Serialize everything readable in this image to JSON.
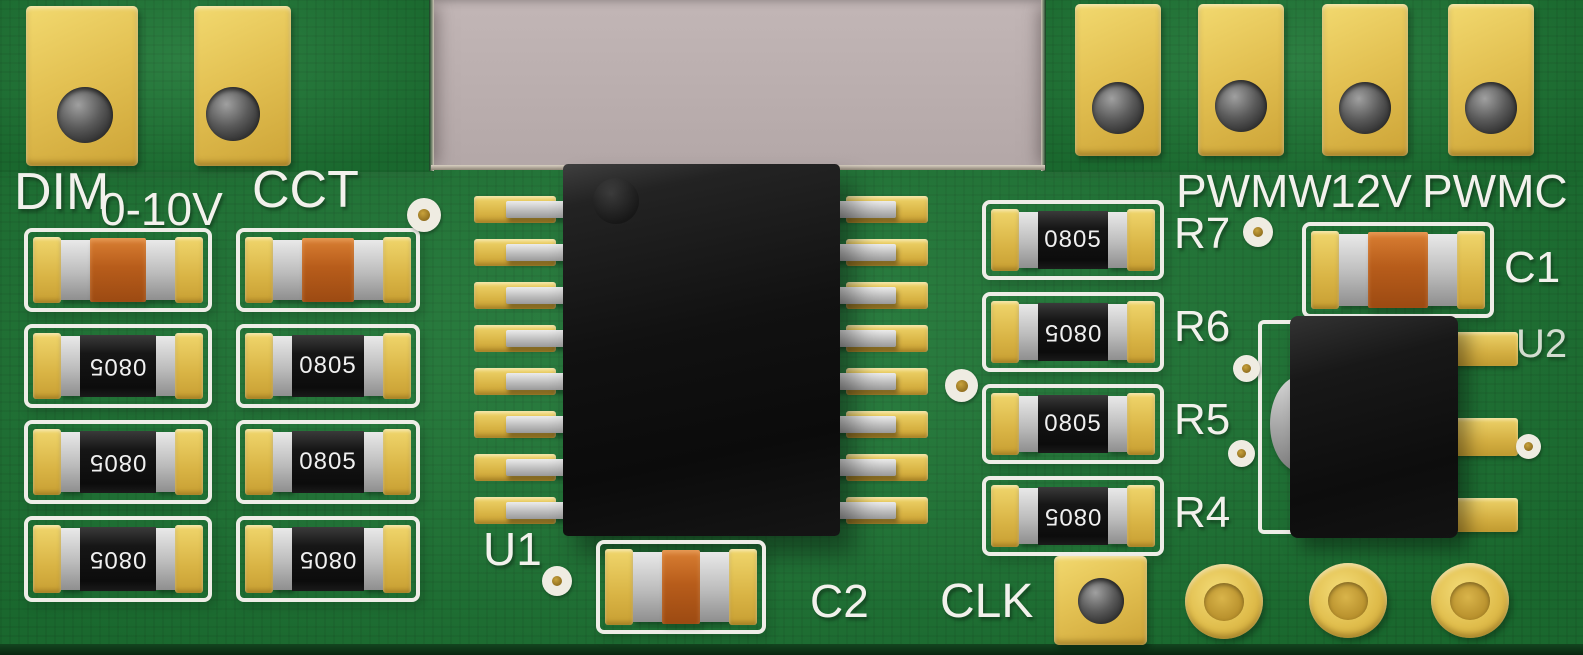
{
  "board": {
    "labels": {
      "dim": "DIM",
      "zero_to_ten_v": "0-10V",
      "cct": "CCT",
      "pwmw": "PWMW",
      "twelve_v": "12V",
      "pwmc": "PWMC",
      "r7": "R7",
      "r6": "R6",
      "r5": "R5",
      "r4": "R4",
      "c1": "C1",
      "u2": "U2",
      "u1": "U1",
      "c2": "C2",
      "clk": "CLK"
    },
    "markings": {
      "smd_package": "0805"
    },
    "colors": {
      "board_green": "#1d7634",
      "backdrop_gray": "#ada1a1",
      "pad_gold": "#e0bd4c",
      "silkscreen_white": "#eeede7",
      "ic_body_black": "#111111",
      "capacitor_orange": "#b85d1b",
      "terminal_gray": "#b9b9b9"
    }
  }
}
